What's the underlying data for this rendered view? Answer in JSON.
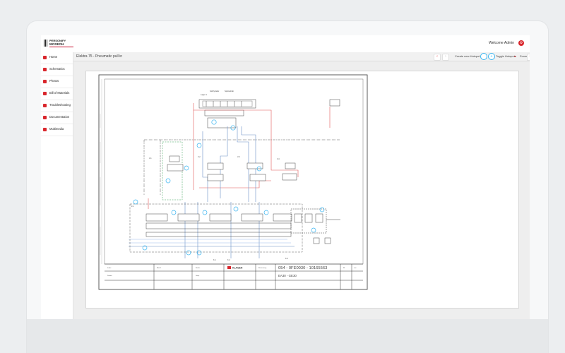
{
  "app": {
    "logo_line1": "PERSONIFY",
    "logo_line2": "MOSEOH",
    "welcome_text": "Welcome Admin"
  },
  "sidebar": {
    "items": [
      {
        "label": "Home",
        "icon": "home-icon"
      },
      {
        "label": "Schematics",
        "icon": "schematics-icon"
      },
      {
        "label": "Photos",
        "icon": "photos-icon"
      },
      {
        "label": "Bill of Materials",
        "icon": "bill-of-materials-icon"
      },
      {
        "label": "Troubleshooting",
        "icon": "troubleshooting-icon"
      },
      {
        "label": "Documentation",
        "icon": "documentation-icon"
      },
      {
        "label": "Multimedia",
        "icon": "multimedia-icon"
      }
    ]
  },
  "content": {
    "title": "Elektra 75 - Pneumatic pull in",
    "create_hotspot_label": "Create new Hotspot",
    "toggle_hotspots_label": "Toggle Hotspots",
    "zoom_label": "Zoom"
  },
  "drawing": {
    "title_block": {
      "company": "KLAGEN",
      "drawing_number": "054 - 0FE0030 - 10165563",
      "sub_code": "EA30 - GE30"
    }
  },
  "colors": {
    "brand_red": "#d9262c",
    "accent_blue": "#39b4f0"
  }
}
